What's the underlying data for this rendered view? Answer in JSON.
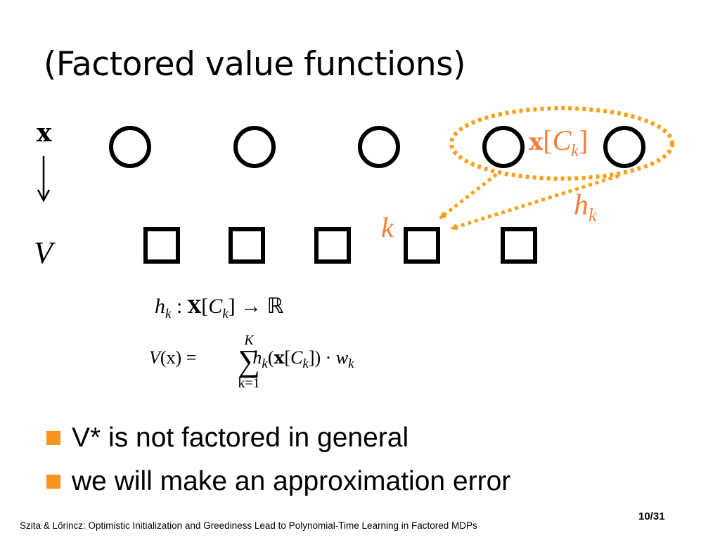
{
  "slide": {
    "title": "(Factored value functions)",
    "state_label": "x",
    "value_label": "V",
    "cluster_label_x": "x",
    "cluster_label_bracket_open": "[",
    "cluster_label_C": "C",
    "cluster_label_k_sub": "k",
    "cluster_label_bracket_close": "]",
    "h_label": "h",
    "h_label_sub": "k",
    "k_label": "k",
    "eq1": {
      "h": "h",
      "h_sub": "k",
      "middle": " : ",
      "X": "X",
      "bracket_open": "[",
      "C": "C",
      "C_sub": "k",
      "rest": "] → ℝ"
    },
    "eq2": {
      "lhs_V": "V",
      "lhs_rest": "(x) =",
      "sum_top": "K",
      "sum_sigma": "∑",
      "sum_bottom": "k=1",
      "h": "h",
      "h_sub": "k",
      "arg_open": "(",
      "x": "x",
      "bracket": "[",
      "C": "C",
      "C_sub": "k",
      "arg_close": "]) · ",
      "w": "w",
      "w_sub": "k"
    },
    "bullets": [
      "V* is not factored in general",
      "we will make an approximation error"
    ],
    "footer": "Szita & Lőrincz: Optimistic Initialization and Greediness Lead to Polynomial-Time Learning in Factored MDPs",
    "page_number": "10/31",
    "colors": {
      "accent": "#f07e3c",
      "dotted": "#f7a11a",
      "bullet": "#f7941d",
      "ink": "#000000"
    }
  }
}
